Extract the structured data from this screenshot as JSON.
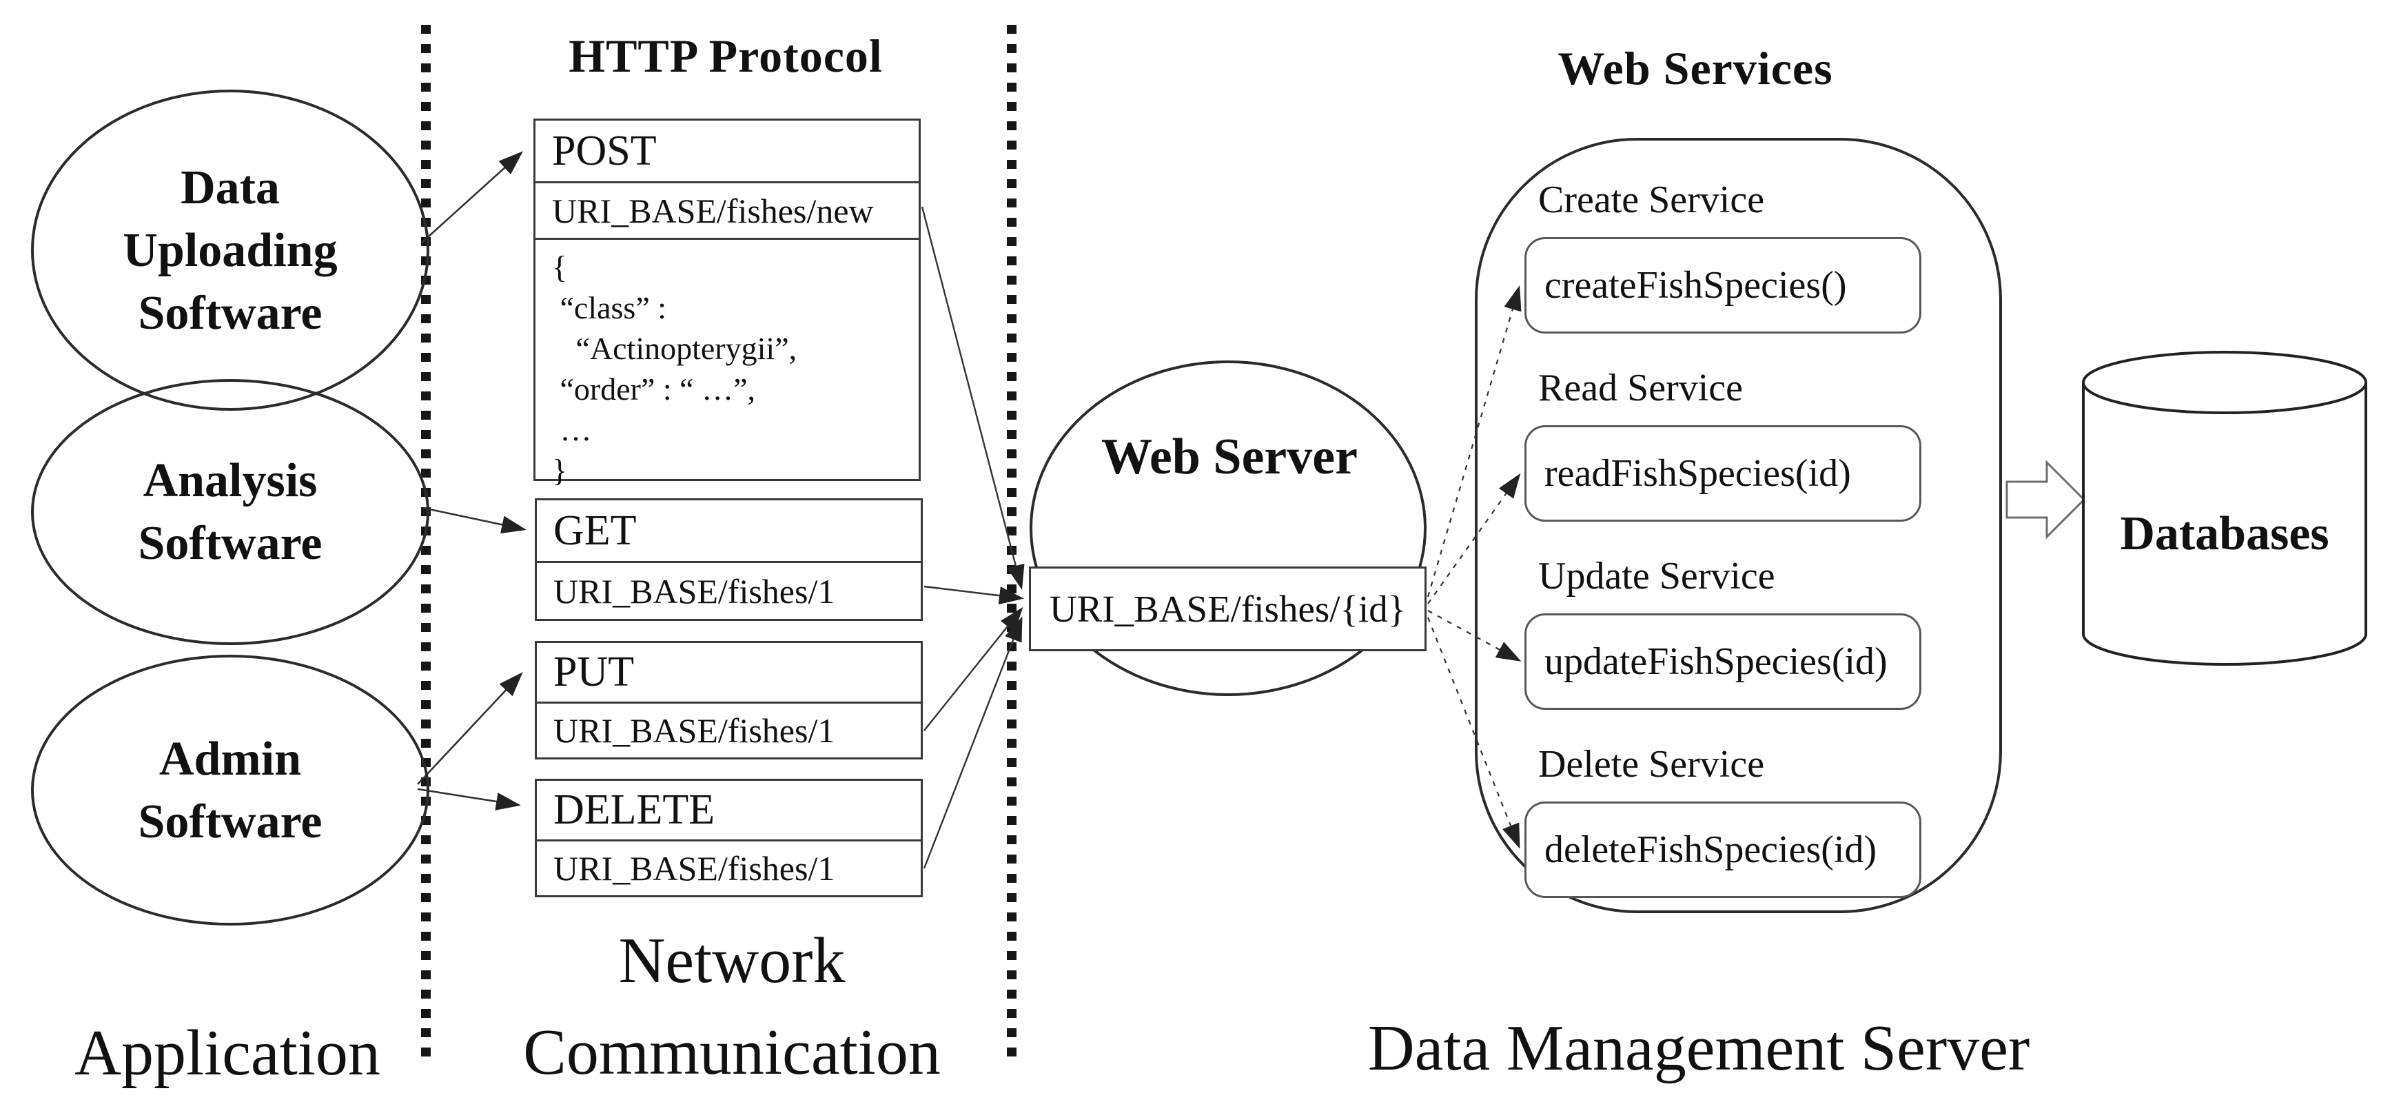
{
  "titles": {
    "http_protocol": "HTTP Protocol",
    "web_services": "Web Services"
  },
  "applications": {
    "data_uploading": "Data Uploading Software",
    "analysis": "Analysis Software",
    "admin": "Admin Software"
  },
  "http_requests": {
    "post": {
      "method": "POST",
      "uri": "URI_BASE/fishes/new",
      "body": "{\n “class” :\n   “Actinopterygii”,\n “order” : “ …”,\n …\n}"
    },
    "get": {
      "method": "GET",
      "uri": "URI_BASE/fishes/1"
    },
    "put": {
      "method": "PUT",
      "uri": "URI_BASE/fishes/1"
    },
    "delete": {
      "method": "DELETE",
      "uri": "URI_BASE/fishes/1"
    }
  },
  "web_server": {
    "label": "Web Server",
    "endpoint": "URI_BASE/fishes/{id}"
  },
  "services": [
    {
      "label": "Create Service",
      "function": "createFishSpecies()"
    },
    {
      "label": "Read Service",
      "function": "readFishSpecies(id)"
    },
    {
      "label": "Update Service",
      "function": "updateFishSpecies(id)"
    },
    {
      "label": "Delete Service",
      "function": "deleteFishSpecies(id)"
    }
  ],
  "database": {
    "label": "Databases"
  },
  "section_labels": {
    "application": "Application",
    "network_communication": "Network Communication",
    "data_management_server": "Data Management Server"
  },
  "colors": {
    "line": "#333333",
    "separator": "#161616",
    "box_border": "#3a3a3a"
  }
}
